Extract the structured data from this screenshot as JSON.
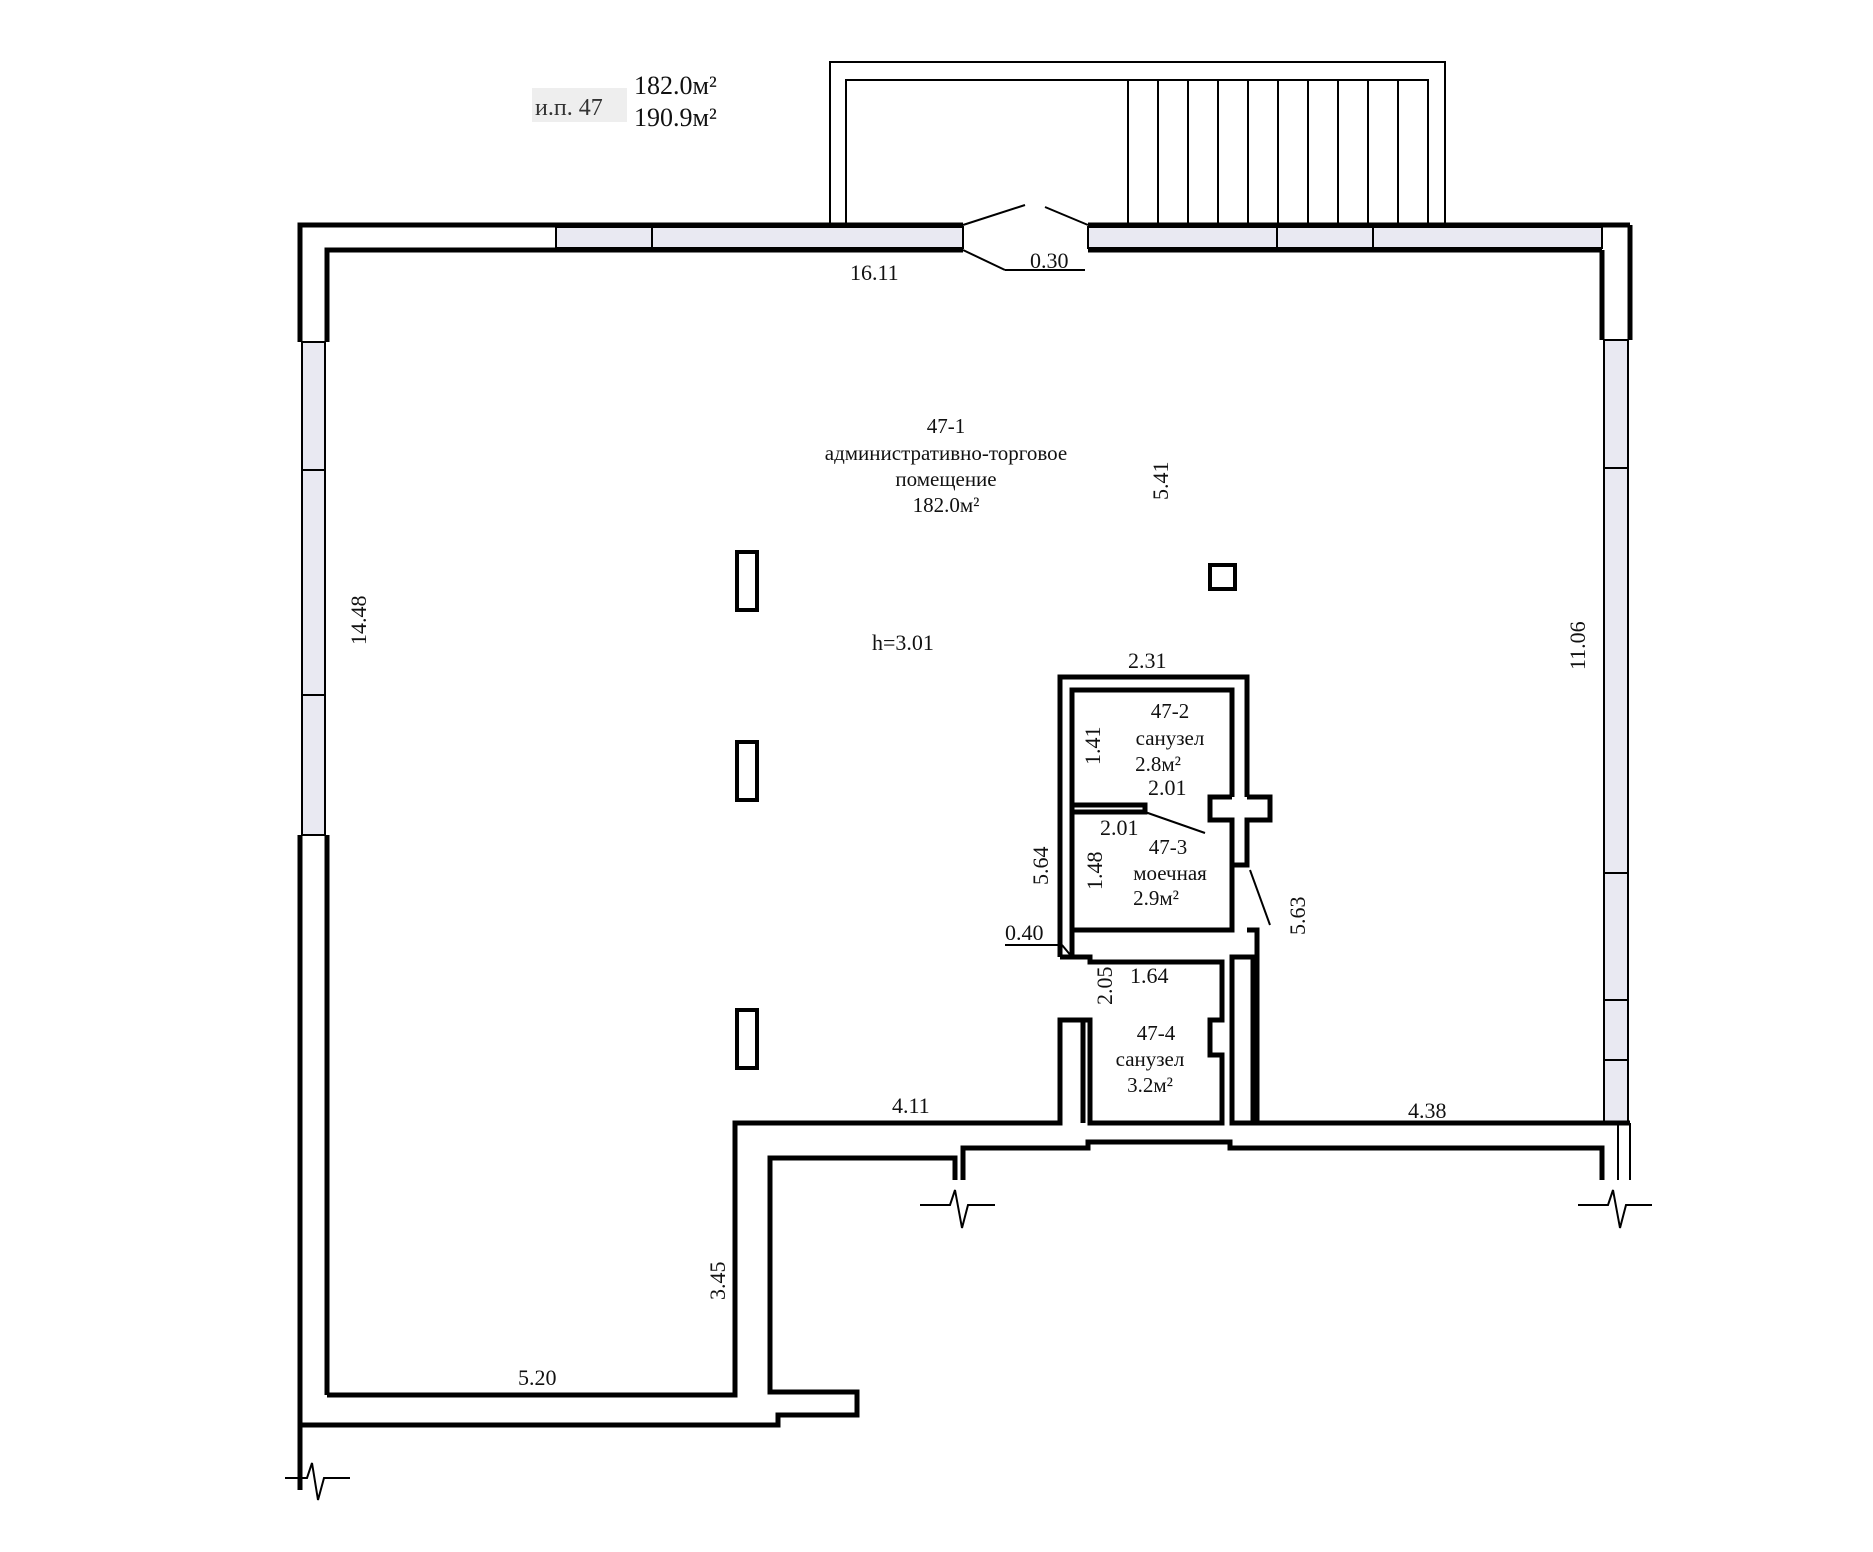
{
  "header": {
    "plan_id": "и.п. 47",
    "area_main": "182.0м²",
    "area_total": "190.9м²"
  },
  "rooms": [
    {
      "id": "47-1",
      "name_line1": "административно-торговое",
      "name_line2": "помещение",
      "area": "182.0м²"
    },
    {
      "id": "47-2",
      "name": "санузел",
      "area": "2.8м²"
    },
    {
      "id": "47-3",
      "name": "моечная",
      "area": "2.9м²"
    },
    {
      "id": "47-4",
      "name": "санузел",
      "area": "3.2м²"
    }
  ],
  "ceiling_height": "h=3.01",
  "dimensions": {
    "top_wall": "16.11",
    "door_gap": "0.30",
    "left_wall": "14.48",
    "right_wall": "11.06",
    "center_vertical": "5.41",
    "block_top": "2.31",
    "wc2_height": "1.41",
    "wc2_width": "2.01",
    "wash_width": "2.01",
    "wash_height": "1.48",
    "core_left": "5.64",
    "core_right": "5.63",
    "step": "0.40",
    "wc4_height": "2.05",
    "wc4_width": "1.64",
    "bottom_left": "4.11",
    "bottom_right": "4.38",
    "annex_height": "3.45",
    "annex_bottom": "5.20"
  }
}
